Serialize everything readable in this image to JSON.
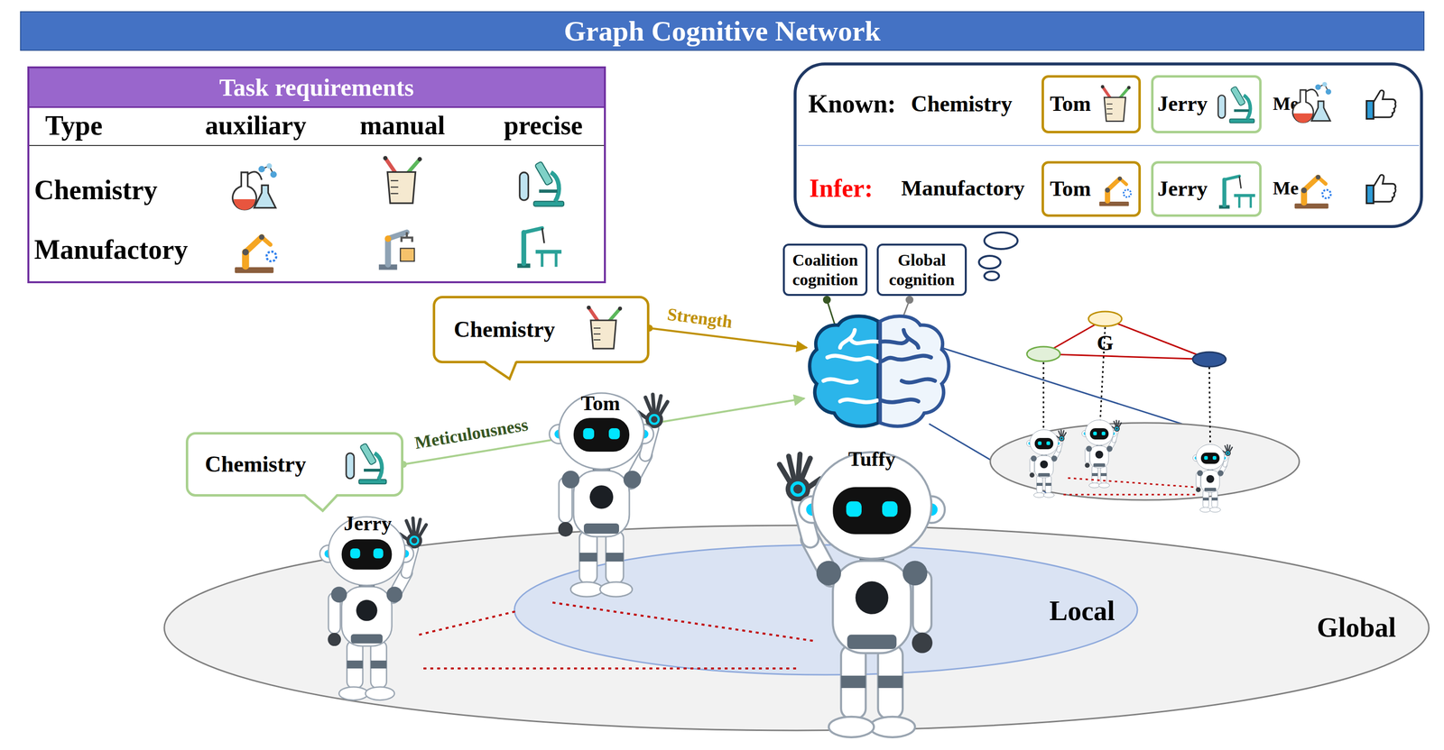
{
  "diagram": {
    "title": "Graph Cognitive Network",
    "nodes": [
      {
        "text": [
          "Task requirements"
        ]
      },
      {
        "text": [
          "Known:",
          "Chemistry",
          "Me",
          "Infer:",
          "Manufactory",
          "Me"
        ]
      },
      {
        "text": [
          "Tom"
        ],
        "in": 1
      },
      {
        "text": [
          "Jerry"
        ],
        "in": 1
      },
      {
        "text": [
          "Tom"
        ],
        "in": 1
      },
      {
        "text": [
          "Jerry"
        ],
        "in": 1
      },
      {
        "text": [
          "Coalition cognition"
        ]
      },
      {
        "text": [
          "Global cognition"
        ]
      },
      {
        "text": [
          "Chemistry"
        ]
      },
      {
        "text": [
          "Chemistry"
        ]
      },
      {
        "text": [
          "Global"
        ]
      },
      {
        "text": [
          "Local"
        ],
        "in": 10
      }
    ],
    "labels": [
      "Type",
      "auxiliary",
      "manual",
      "precise",
      "Chemistry",
      "Manufactory",
      "Strength",
      "Meticulousness",
      "Tom",
      "Jerry",
      "Tuffy",
      "G"
    ]
  }
}
